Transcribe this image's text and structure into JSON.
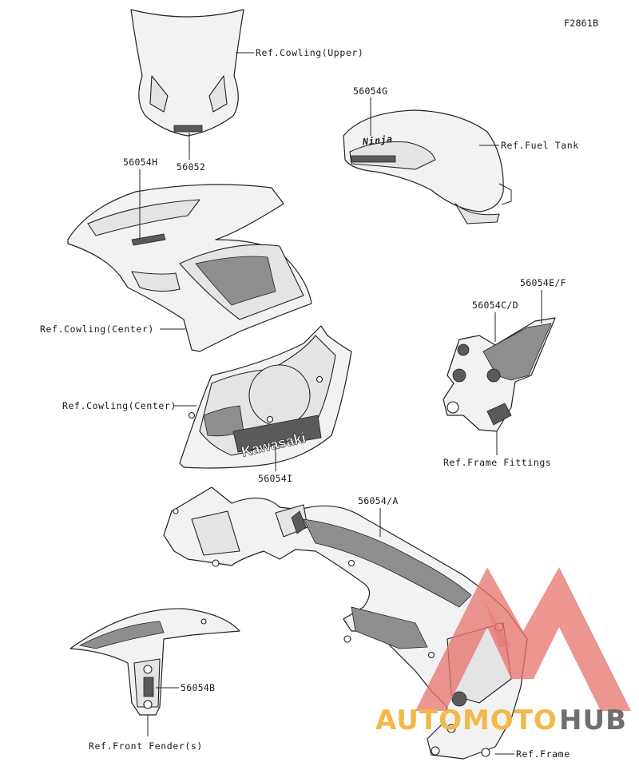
{
  "figure_code": "F2861B",
  "labels": {
    "cowling_upper": "Ref.Cowling(Upper)",
    "fuel_tank": "Ref.Fuel Tank",
    "cowling_center_1": "Ref.Cowling(Center)",
    "cowling_center_2": "Ref.Cowling(Center)",
    "frame_fittings": "Ref.Frame Fittings",
    "front_fender": "Ref.Front Fender(s)",
    "frame": "Ref.Frame"
  },
  "part_numbers": {
    "p56052": "56052",
    "p56054G": "56054G",
    "p56054H": "56054H",
    "p56054EF": "56054E/F",
    "p56054CD": "56054C/D",
    "p56054I": "56054I",
    "p56054A": "56054/A",
    "p56054B": "56054B"
  },
  "decal_text": {
    "kawasaki": "Kawasaki",
    "ninja": "Ninja"
  },
  "watermark": {
    "text_part1": "AUTOMOTO",
    "text_part2": "HUB",
    "color_red": "#e8746e",
    "color_orange": "#f2b84a",
    "color_gray": "#6f6f6f"
  }
}
